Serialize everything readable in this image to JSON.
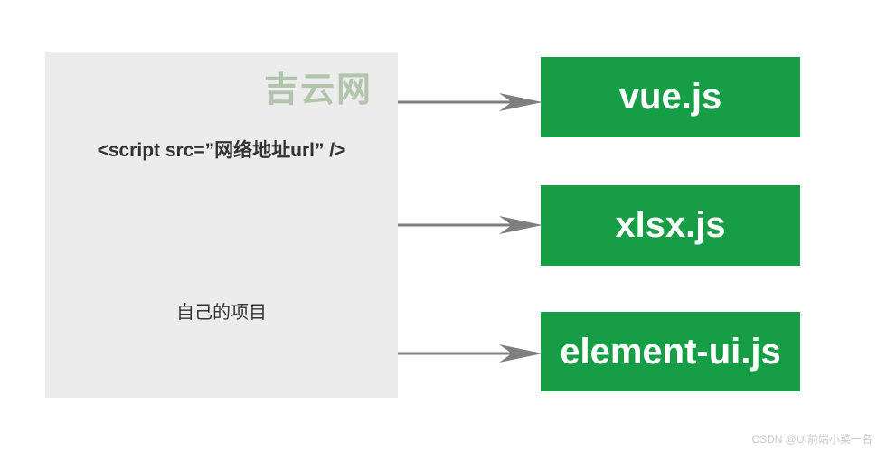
{
  "source_box": {
    "watermark": "吉云网",
    "code_text": "<script src=”网络地址url” />",
    "label": "自己的项目"
  },
  "libraries": [
    {
      "label": "vue.js"
    },
    {
      "label": "xlsx.js"
    },
    {
      "label": "element-ui.js"
    }
  ],
  "footer": {
    "credit": "CSDN @UI前端小菜一名"
  },
  "colors": {
    "library_green": "#169D45",
    "source_box_gray": "#ECECEC",
    "arrow_gray": "#7F7F7F",
    "watermark_green": "#B2C5AC",
    "text_dark": "#333333",
    "footer_gray": "#C6CAC9"
  }
}
